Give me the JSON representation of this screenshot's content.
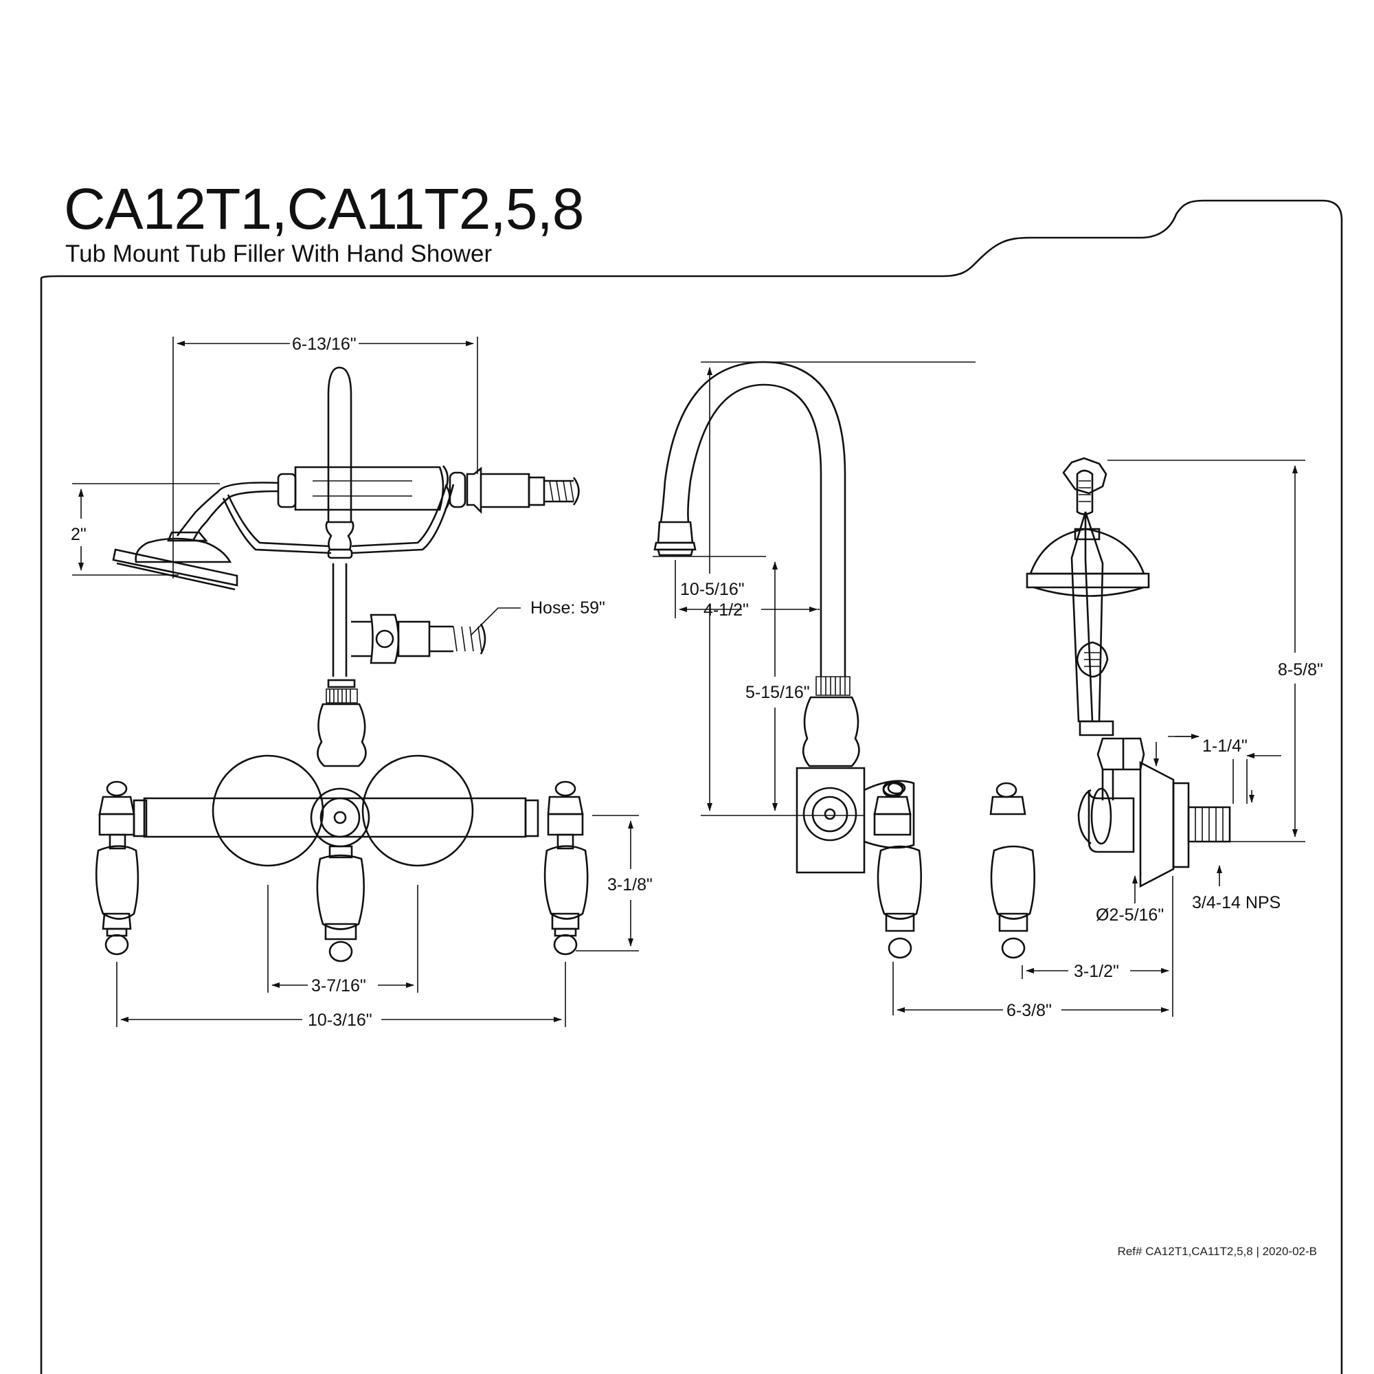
{
  "header": {
    "model": "CA12T1,CA11T2,5,8",
    "description": "Tub Mount Tub Filler With Hand Shower"
  },
  "front_view": {
    "width_top": "6-13/16\"",
    "showerhead_drop": "2\"",
    "hose": "Hose: 59\"",
    "handle_height": "3-1/8\"",
    "center_spacing": "3-7/16\"",
    "overall_width": "10-3/16\""
  },
  "side_view": {
    "overall_height": "10-5/16\"",
    "spout_reach": "4-1/2\"",
    "spout_height": "5-15/16\"",
    "hand_shower_height": "8-5/8\"",
    "flange_depth": "1-1/4\"",
    "flange_diameter": "Ø2-5/16\"",
    "thread": "3/4-14 NPS",
    "depth_to_handle": "3-1/2\"",
    "overall_depth": "6-3/8\""
  },
  "footer": {
    "reference": "Ref# CA12T1,CA11T2,5,8 | 2020-02-B"
  }
}
